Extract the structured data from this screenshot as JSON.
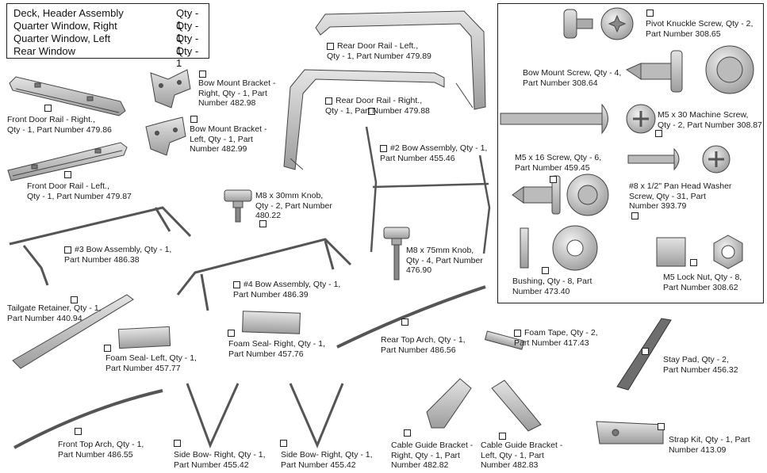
{
  "contents_box": {
    "rows": [
      {
        "name": "Deck, Header Assembly",
        "qty": "Qty - 1"
      },
      {
        "name": "Quarter Window, Right",
        "qty": "Qty - 1"
      },
      {
        "name": "Quarter Window, Left",
        "qty": "Qty - 1"
      },
      {
        "name": "Rear Window",
        "qty": "Qty - 1"
      }
    ]
  },
  "parts": {
    "front_door_rail_right": "Front Door Rail - Right.,\nQty - 1, Part Number 479.86",
    "front_door_rail_left": "Front Door Rail - Left.,\nQty - 1, Part Number 479.87",
    "bow_mount_bracket_right": "Bow Mount Bracket -\nRight, Qty - 1, Part\nNumber 482.98",
    "bow_mount_bracket_left": "Bow Mount Bracket -\nLeft, Qty - 1, Part\nNumber 482.99",
    "rear_door_rail_left": "Rear Door Rail - Left.,\nQty - 1, Part Number 479.89",
    "rear_door_rail_right": "Rear Door Rail - Right.,\nQty - 1, Part Number 479.88",
    "bow2_assembly": "#2 Bow Assembly, Qty - 1,\nPart Number 455.46",
    "m8x30_knob": "M8 x 30mm Knob,\nQty - 2, Part Number\n480.22",
    "m8x75_knob": "M8 x 75mm Knob,\nQty - 4, Part Number\n476.90",
    "bow3_assembly": "#3 Bow Assembly, Qty - 1,\nPart Number 486.38",
    "bow4_assembly": "#4 Bow Assembly, Qty - 1,\nPart Number 486.39",
    "tailgate_retainer": "Tailgate Retainer, Qty - 1,\nPart Number 440.94",
    "foam_seal_left": "Foam Seal- Left, Qty - 1,\nPart Number 457.77",
    "foam_seal_right": "Foam Seal- Right, Qty - 1,\nPart Number 457.76",
    "rear_top_arch": "Rear Top Arch, Qty - 1,\nPart Number 486.56",
    "foam_tape": "Foam Tape, Qty - 2,\nPart Number 417.43",
    "stay_pad": "Stay Pad, Qty - 2,\nPart Number 456.32",
    "front_top_arch": "Front Top Arch, Qty - 1,\nPart Number 486.55",
    "side_bow_right_1": "Side Bow- Right, Qty - 1,\nPart Number 455.42",
    "side_bow_right_2": "Side Bow- Right, Qty - 1,\nPart Number 455.42",
    "cable_guide_bracket_right": "Cable Guide Bracket -\nRight, Qty - 1, Part\nNumber 482.82",
    "cable_guide_bracket_left": "Cable Guide Bracket -\nLeft, Qty - 1, Part\nNumber 482.83",
    "strap_kit": "Strap Kit, Qty - 1, Part\nNumber 413.09"
  },
  "hardware": {
    "pivot_knuckle_screw": "Pivot Knuckle Screw, Qty - 2,\nPart Number 308.65",
    "bow_mount_screw": "Bow Mount Screw, Qty - 4,\nPart Number 308.64",
    "m5x30_machine_screw": "M5 x 30 Machine Screw,\nQty - 2, Part Number 308.87",
    "m5x16_screw": "M5 x 16 Screw, Qty - 6,\nPart Number 459.45",
    "pan_head_washer_screw": "#8 x 1/2\" Pan Head Washer\nScrew, Qty - 31, Part\nNumber 393.79",
    "bushing": "Bushing, Qty - 8, Part\nNumber 473.40",
    "m5_lock_nut": "M5 Lock Nut, Qty - 8,\nPart Number 308.62"
  },
  "colors": {
    "part_fill": "#bfbfbf",
    "part_stroke": "#444444",
    "stay_pad_fill": "#6e6e6e",
    "ink": "#111111"
  }
}
